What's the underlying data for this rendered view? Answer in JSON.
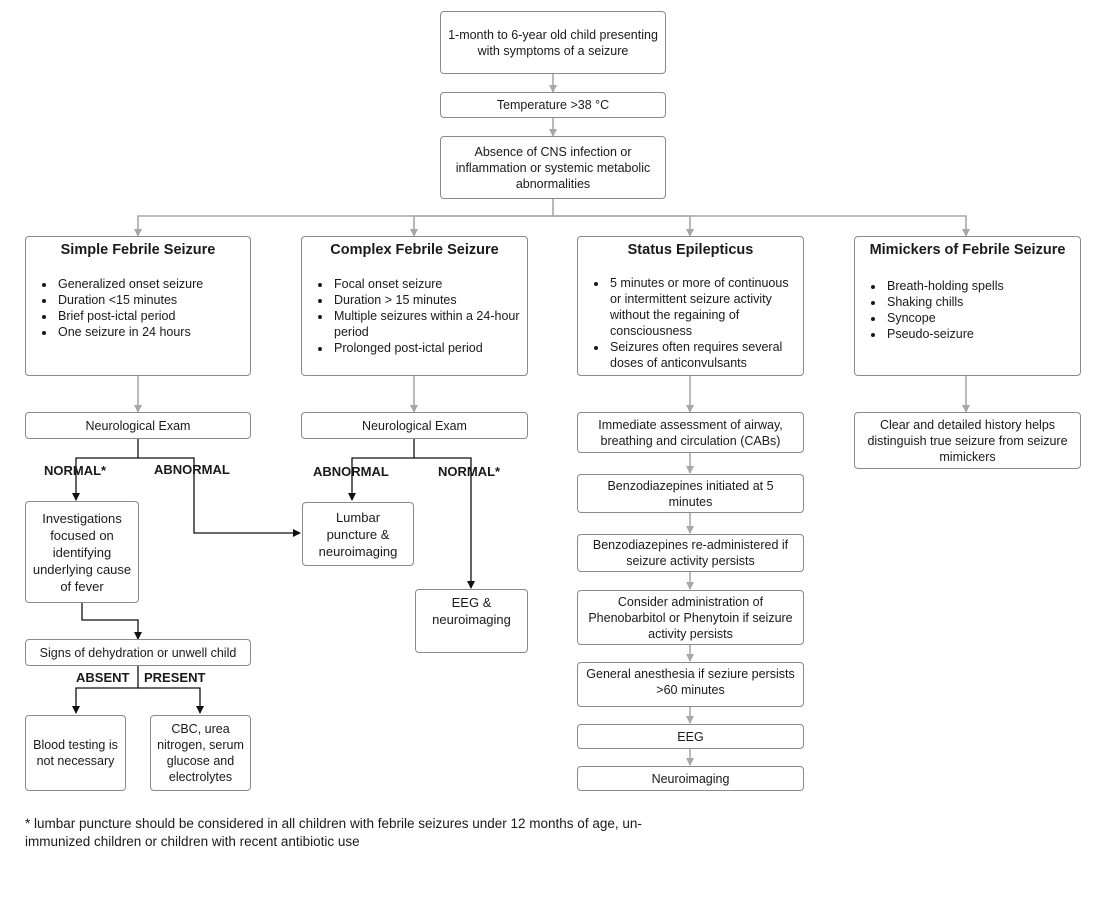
{
  "top": {
    "start": "1-month to 6-year old child presenting with symptoms of a seizure",
    "temperature": "Temperature >38 °C",
    "absence": "Absence of CNS infection or inflammation or systemic metabolic abnormalities"
  },
  "simple": {
    "title": "Simple Febrile Seizure",
    "items": [
      "Generalized onset seizure",
      "Duration <15 minutes",
      "Brief post-ictal period",
      "One seizure in 24 hours"
    ],
    "exam": "Neurological Exam",
    "normal": "NORMAL*",
    "abnormal": "ABNORMAL",
    "investigations": "Investigations focused on identifying underlying cause of fever",
    "dehydration": "Signs of dehydration or unwell child",
    "absent": "ABSENT",
    "present": "PRESENT",
    "blood": "Blood testing is not necessary",
    "cbc": "CBC, urea nitrogen, serum glucose and electrolytes"
  },
  "complex": {
    "title": "Complex Febrile Seizure",
    "items": [
      "Focal onset seizure",
      "Duration > 15 minutes",
      "Multiple seizures within a 24-hour period",
      "Prolonged post-ictal period"
    ],
    "exam": "Neurological Exam",
    "abnormal": "ABNORMAL",
    "normal": "NORMAL*",
    "lumbar": "Lumbar puncture & neuroimaging",
    "eeg": "EEG & neuroimaging"
  },
  "status": {
    "title": "Status Epilepticus",
    "items": [
      "5 minutes or more of continuous or intermittent seizure activity without the regaining of consciousness",
      "Seizures  often requires several doses of anticonvulsants"
    ],
    "steps": [
      "Immediate assessment of airway, breathing and circulation (CABs)",
      "Benzodiazepines initiated at 5 minutes",
      "Benzodiazepines re-administered if seizure activity persists",
      "Consider administration of Phenobarbitol or  Phenytoin if seizure activity persists",
      "General anesthesia if seziure persists >60 minutes",
      "EEG",
      "Neuroimaging"
    ]
  },
  "mimickers": {
    "title": "Mimickers of Febrile Seizure",
    "items": [
      "Breath-holding spells",
      "Shaking chills",
      "Syncope",
      "Pseudo-seizure"
    ],
    "history": "Clear and detailed history helps distinguish true seizure from seizure mimickers"
  },
  "footnote": "*  lumbar puncture should be considered in all children with febrile seizures under 12 months of age, un-immunized children or children with recent antibiotic use"
}
